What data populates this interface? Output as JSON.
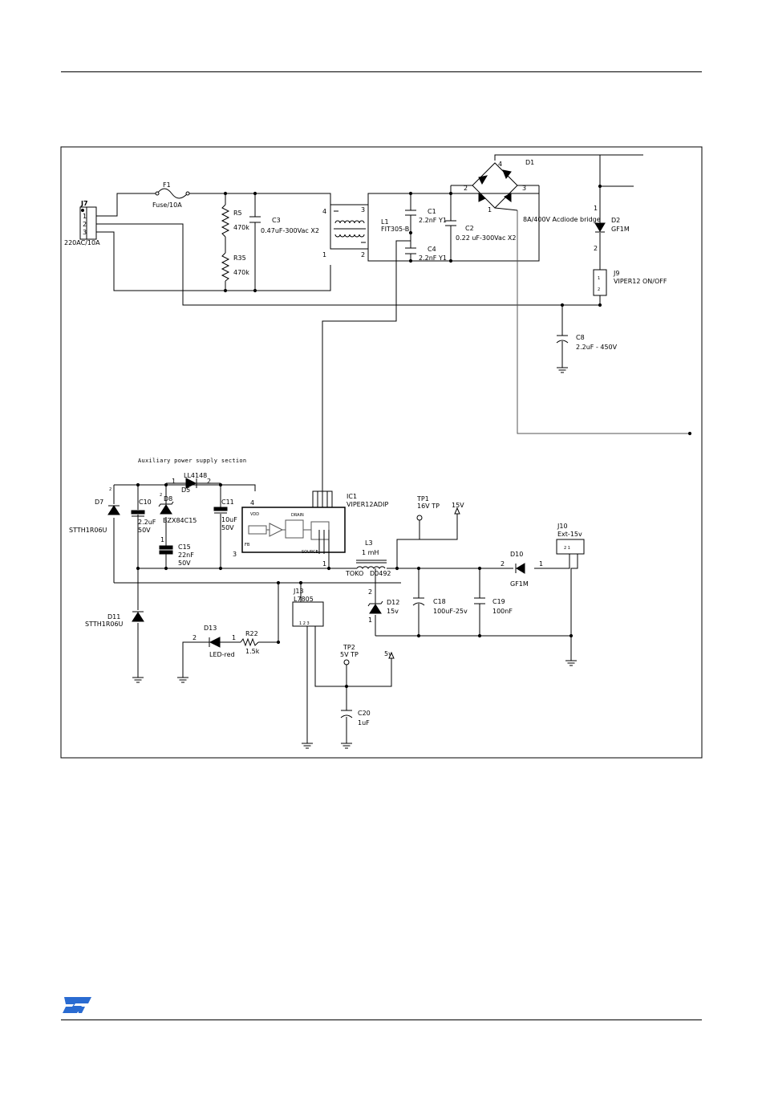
{
  "labels": {
    "j7": "J7",
    "j7_p1": "1",
    "j7_p2": "2",
    "j7_p3": "3",
    "j7_rating": "220AC/10A",
    "f1": "F1",
    "f1_value": "Fuse/10A",
    "r5": "R5",
    "r5_value": "470k",
    "r35": "R35",
    "r35_value": "470k",
    "c3": "C3",
    "c3_value": "0.47uF-300Vac X2",
    "t_p4": "4",
    "t_p3": "3",
    "t_p1": "1",
    "t_p2": "2",
    "l1": "L1",
    "l1_value": "FIT305-B",
    "c1": "C1",
    "c1_value": "2.2nF Y1",
    "c4": "C4",
    "c4_value": "2.2nF Y1",
    "c2": "C2",
    "c2_value": "0.22 uF-300Vac X2",
    "d1": "D1",
    "d1_value": "8A/400V Acdiode bridge",
    "d1_p1": "1",
    "d1_p2": "2",
    "d1_p3": "3",
    "d1_p4": "4",
    "d2": "D2",
    "d2_value": "GF1M",
    "d2_p1": "1",
    "d2_p2": "2",
    "j9": "J9",
    "j9_value": "VIPER12 ON/OFF",
    "j9_p1": "1",
    "j9_p2": "2",
    "c8": "C8",
    "c8_value": "2.2uF - 450V",
    "aux_title": "Auxiliary power supply section",
    "d7": "D7",
    "d7_value": "STTH1R06U",
    "d7_p2": "2",
    "c10": "C10",
    "c10_value": "2.2uF",
    "c10_volt": "50V",
    "d5": "D5",
    "d5_value": "LL4148",
    "d5_p1": "1",
    "d5_p2": "2",
    "d8": "D8",
    "d8_value": "BZX84C15",
    "d8_p1": "1",
    "d8_p2": "2",
    "c11": "C11",
    "c11_value": "10uF",
    "c11_volt": "50V",
    "c15": "C15",
    "c15_value": "22nF",
    "c15_volt": "50V",
    "ic1": "IC1",
    "ic1_value": "VIPER12ADIP",
    "ic1_vdd": "VDD",
    "ic1_drain": "DRAIN",
    "ic1_fb": "FB",
    "ic1_source": "SOURCE",
    "ic1_p3": "3",
    "ic1_p4": "4",
    "ic1_p1": "1",
    "tp1": "TP1",
    "tp1_value": "16V TP",
    "v15": "15V",
    "j10": "J10",
    "j10_value": "Ext-15v",
    "j10_pins": "2 1",
    "l3": "L3",
    "l3_value": "1 mH",
    "l3_part": "TOKO",
    "l3_part2": "D0492",
    "d10": "D10",
    "d10_value": "GF1M",
    "d10_p1": "1",
    "d10_p2": "2",
    "d11": "D11",
    "d11_value": "STTH1R06U",
    "j13": "J13",
    "j13_value": "L7805",
    "j13_pins": "1 2 3",
    "d12": "D12",
    "d12_value": "15v",
    "d12_p1": "1",
    "d12_p2": "2",
    "c18": "C18",
    "c18_value": "100uF-25v",
    "c19": "C19",
    "c19_value": "100nF",
    "d13": "D13",
    "d13_value": "LED-red",
    "d13_p1": "1",
    "d13_p2": "2",
    "r22": "R22",
    "r22_value": "1.5k",
    "tp2": "TP2",
    "tp2_value": "5V TP",
    "v5": "5v",
    "c20": "C20",
    "c20_value": "1uF"
  }
}
